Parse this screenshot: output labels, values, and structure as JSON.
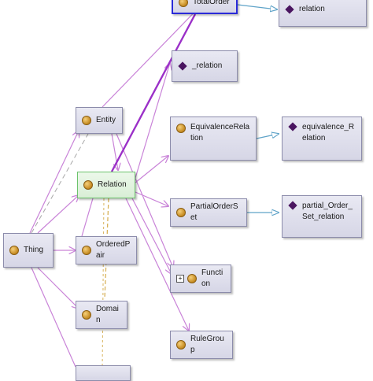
{
  "nodes": {
    "total_order": {
      "label": "TotalOrder"
    },
    "relation_top": {
      "label": "relation"
    },
    "underscore_relation": {
      "label": "_relation"
    },
    "entity": {
      "label": "Entity"
    },
    "equivalence_relation_class": {
      "label": "EquivalenceRelation"
    },
    "equivalence_relation_individual": {
      "label": "equivalence_Relation"
    },
    "relation": {
      "label": "Relation"
    },
    "partial_order_set": {
      "label": "PartialOrderSet"
    },
    "partial_order_set_relation": {
      "label": "partial_Order_Set_relation"
    },
    "thing": {
      "label": "Thing"
    },
    "ordered_pair": {
      "label": "OrderedPair"
    },
    "function": {
      "label": "Function",
      "expand_symbol": "+"
    },
    "domain": {
      "label": "Domain"
    },
    "rule_group": {
      "label": "RuleGroup"
    }
  },
  "colors": {
    "subclass_edge": "#c983d8",
    "selected_edge": "#9b30c8",
    "instance_edge": "#5fa3c8",
    "dashed_gray": "#a8a8a8",
    "dashed_gold": "#d8b25a",
    "class_icon": "#d9a13a",
    "individual_icon": "#4a1560"
  }
}
